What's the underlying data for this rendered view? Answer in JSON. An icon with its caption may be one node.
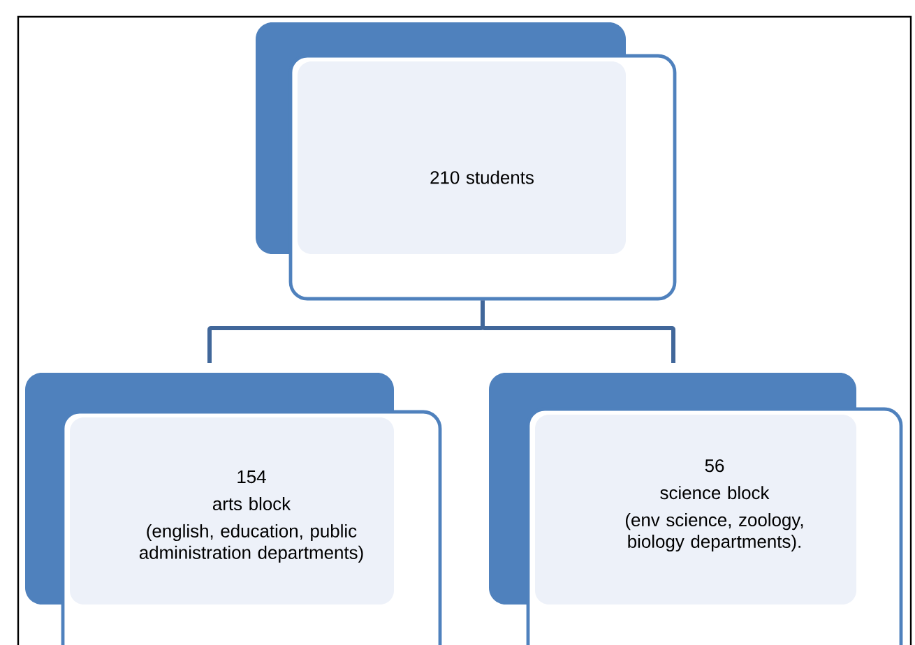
{
  "diagram": {
    "nodes": [
      {
        "text": [
          "210 students"
        ]
      },
      {
        "text": [
          "154",
          "arts block",
          "(english, education, public administration departments)"
        ]
      },
      {
        "text": [
          "56",
          "science block",
          "(env science, zoology, biology departments)."
        ]
      }
    ],
    "edges": [
      {
        "from": 0,
        "to": 1,
        "arrow": "none"
      },
      {
        "from": 0,
        "to": 2,
        "arrow": "none"
      }
    ]
  }
}
